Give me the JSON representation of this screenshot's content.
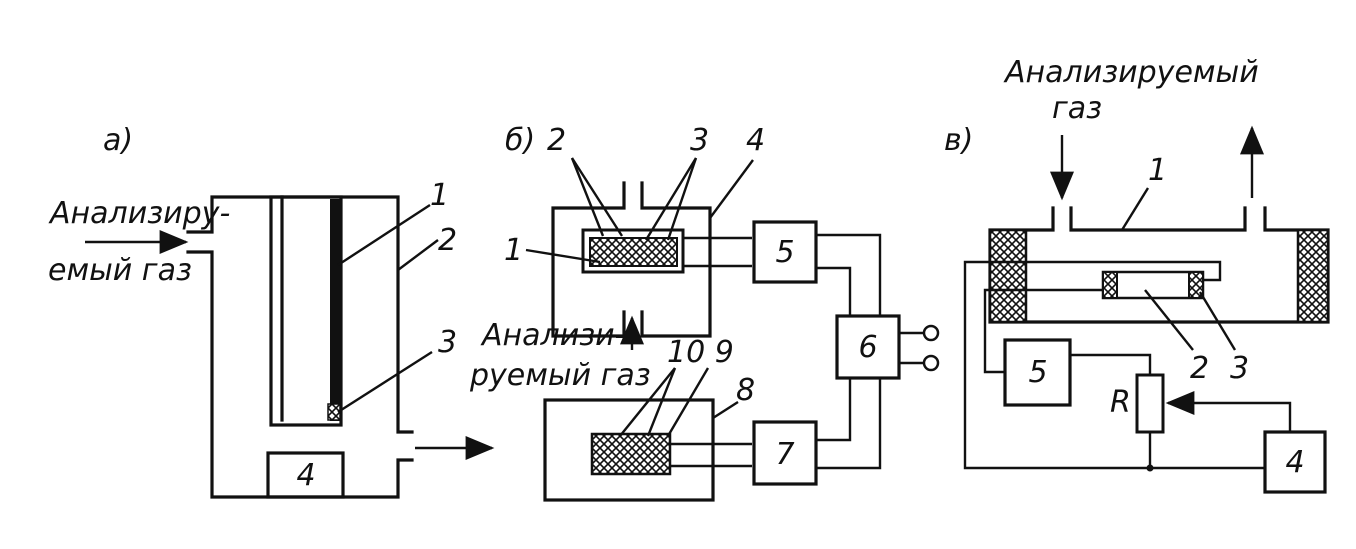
{
  "panel_a": {
    "label": "а)",
    "gas_line1": "Анализиру-",
    "gas_line2": "емый газ",
    "callouts": [
      "1",
      "2",
      "3"
    ],
    "box": "4"
  },
  "panel_b": {
    "label": "б)",
    "callouts": [
      "2",
      "3",
      "4",
      "1",
      "10 9",
      "8"
    ],
    "gas_line1": "Анализи-",
    "gas_line2": "руемый газ",
    "boxes": [
      "5",
      "6",
      "7"
    ]
  },
  "panel_v": {
    "label": "в)",
    "gas_line1": "Анализируемый",
    "gas_line2": "газ",
    "callouts": [
      "1",
      "2",
      "3"
    ],
    "resistor": "R",
    "boxes": [
      "5",
      "4"
    ]
  }
}
